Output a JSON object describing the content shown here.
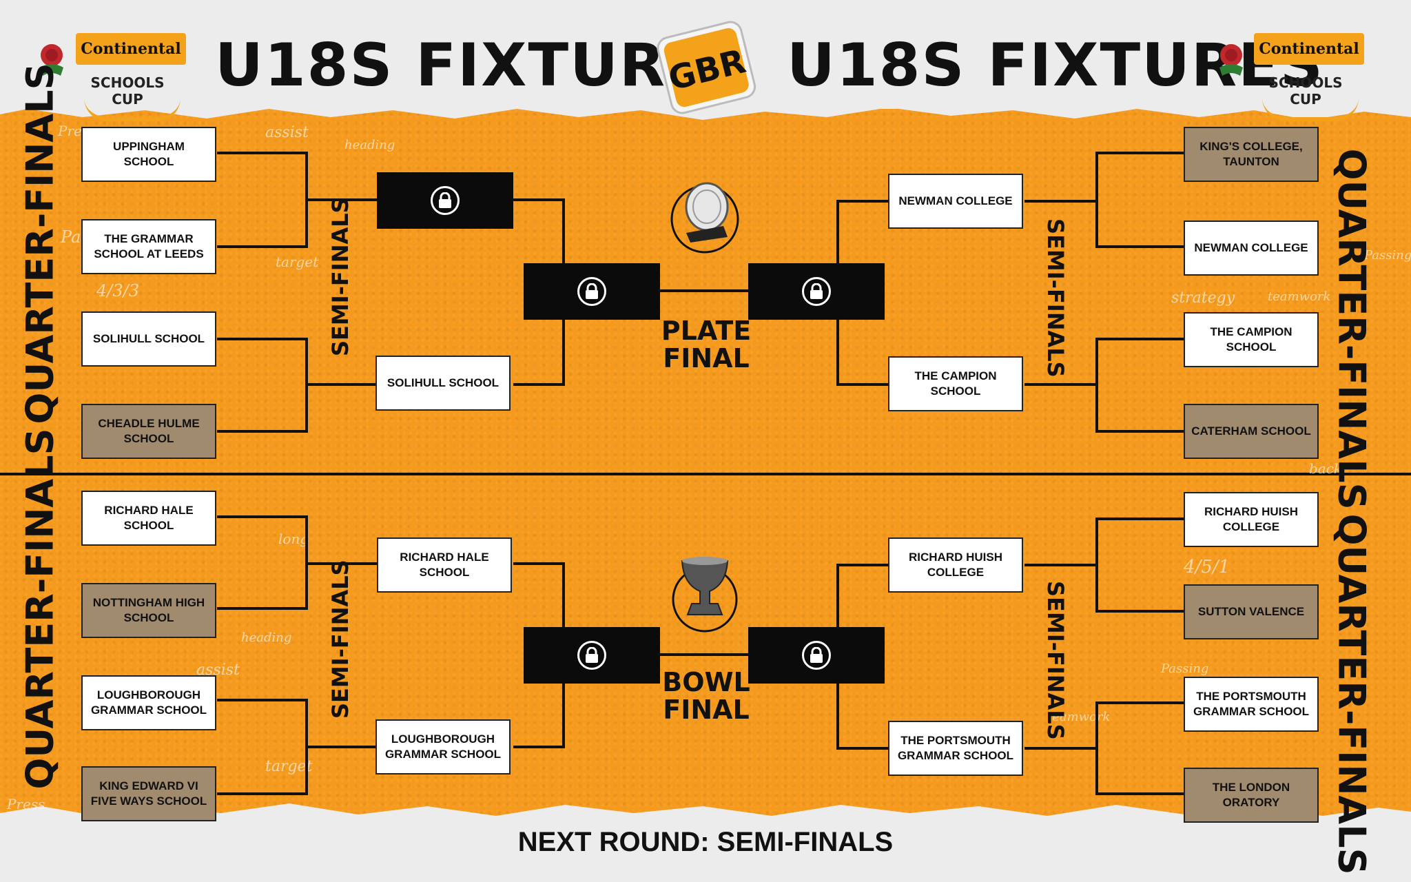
{
  "header": {
    "title_left": "U18S FIXTURES",
    "title_right": "U18S FIXTURES",
    "gbr_logo_text": "GBR",
    "sponsor_left": {
      "brand": "Continental",
      "cup": "SCHOOLS CUP"
    },
    "sponsor_right": {
      "brand": "Continental",
      "cup": "SCHOOLS CUP"
    }
  },
  "labels": {
    "quarter_finals": "QUARTER-FINALS",
    "semi_finals": "SEMI-FINALS",
    "plate_final": [
      "PLATE",
      "FINAL"
    ],
    "bowl_final": [
      "BOWL",
      "FINAL"
    ]
  },
  "plate": {
    "left": {
      "qf": [
        {
          "name": "UPPINGHAM SCHOOL",
          "status": "won"
        },
        {
          "name": "THE GRAMMAR SCHOOL AT LEEDS",
          "status": "won"
        },
        {
          "name": "SOLIHULL SCHOOL",
          "status": "won"
        },
        {
          "name": "CHEADLE HULME SCHOOL",
          "status": "lost"
        }
      ],
      "sf": [
        "",
        "SOLIHULL SCHOOL"
      ]
    },
    "right": {
      "qf": [
        {
          "name": "KING'S COLLEGE, TAUNTON",
          "status": "lost"
        },
        {
          "name": "NEWMAN COLLEGE",
          "status": "won"
        },
        {
          "name": "THE CAMPION SCHOOL",
          "status": "won"
        },
        {
          "name": "CATERHAM SCHOOL",
          "status": "lost"
        }
      ],
      "sf": [
        "NEWMAN COLLEGE",
        "THE CAMPION SCHOOL"
      ]
    }
  },
  "bowl": {
    "left": {
      "qf": [
        {
          "name": "RICHARD HALE SCHOOL",
          "status": "won"
        },
        {
          "name": "NOTTINGHAM HIGH SCHOOL",
          "status": "lost"
        },
        {
          "name": "LOUGHBOROUGH GRAMMAR SCHOOL",
          "status": "won"
        },
        {
          "name": "KING EDWARD VI FIVE WAYS SCHOOL",
          "status": "lost"
        }
      ],
      "sf": [
        "RICHARD HALE SCHOOL",
        "LOUGHBOROUGH GRAMMAR SCHOOL"
      ]
    },
    "right": {
      "qf": [
        {
          "name": "RICHARD HUISH COLLEGE",
          "status": "won"
        },
        {
          "name": "SUTTON VALENCE",
          "status": "lost"
        },
        {
          "name": "THE PORTSMOUTH GRAMMAR SCHOOL",
          "status": "won"
        },
        {
          "name": "THE LONDON ORATORY",
          "status": "lost"
        }
      ],
      "sf": [
        "RICHARD HUISH COLLEGE",
        "THE PORTSMOUTH GRAMMAR SCHOOL"
      ]
    }
  },
  "footer": {
    "next_round": "NEXT ROUND: SEMI-FINALS"
  },
  "scribbles": [
    "assist",
    "heading",
    "target",
    "strategy",
    "teamwork",
    "Passing",
    "back",
    "long",
    "heading",
    "assist",
    "target",
    "Press",
    "Passing",
    "teamwork",
    "4/5/1",
    "4/3/3",
    "Pa",
    "Press"
  ],
  "colors": {
    "orange": "#f59a1c",
    "loser_box": "#a08b6e",
    "winner_box": "#ffffff",
    "dark": "#0b0b0b",
    "sponsor_orange": "#f4a21a"
  }
}
